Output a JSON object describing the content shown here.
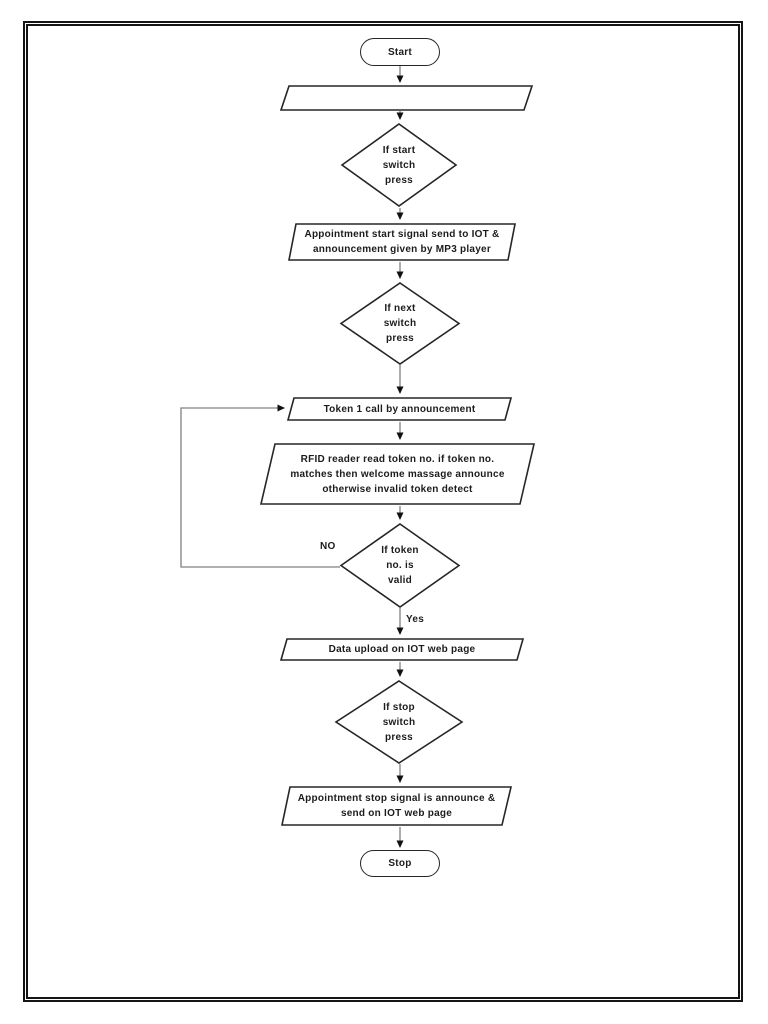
{
  "document": {
    "type": "flowchart-page",
    "page_border_color": "#141414",
    "shape_stroke_color": "#262626",
    "connector_color": "#808080",
    "arrowhead_color": "#111111",
    "text_color": "#1c1c1c"
  },
  "nodes": {
    "start": "Start",
    "blank_input": "",
    "d_start_switch": "If start\nswitch\npress",
    "p_appointment_start": "Appointment start signal send to IOT &\nannouncement given by MP3 player",
    "d_next_switch": "If next\nswitch\npress",
    "p_token_call": "Token 1 call by announcement",
    "p_rfid_read": "RFID reader read token no. if token no.\nmatches then welcome massage announce\notherwise invalid token detect",
    "d_token_valid": "If token\nno. is\nvalid",
    "p_data_upload": "Data upload on IOT web page",
    "d_stop_switch": "If stop\nswitch\npress",
    "p_appointment_stop": "Appointment stop signal is announce &\nsend on IOT web page",
    "stop": "Stop"
  },
  "edge_labels": {
    "no": "NO",
    "yes": "Yes"
  }
}
